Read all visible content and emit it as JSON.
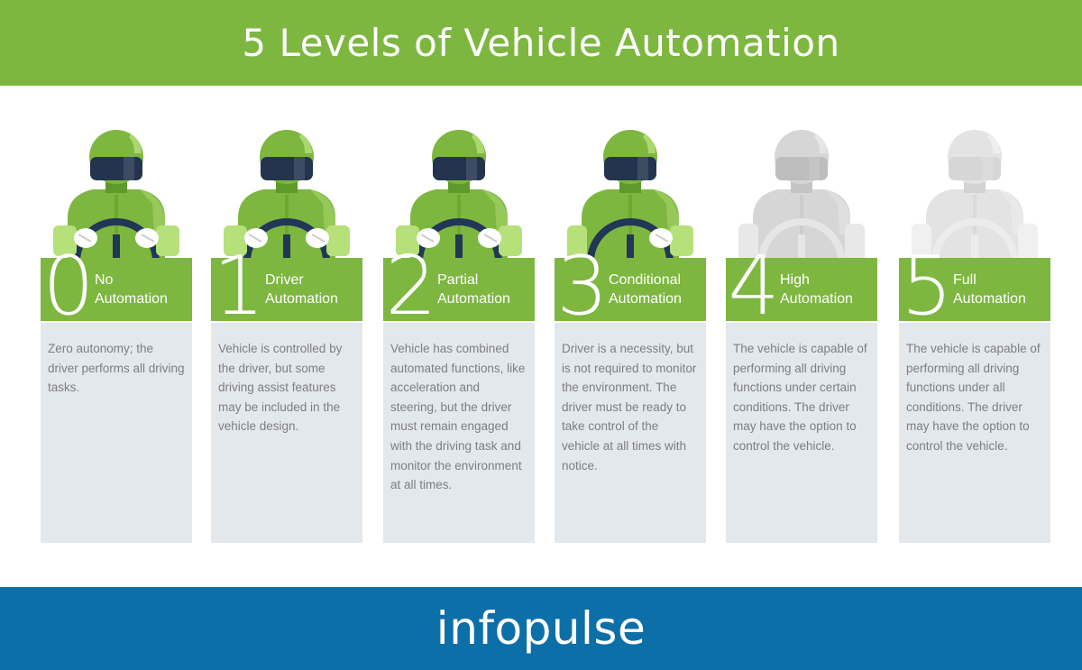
{
  "header": {
    "title": "5 Levels of Vehicle Automation"
  },
  "footer": {
    "brand": "infopulse"
  },
  "colors": {
    "green": "#7db73f",
    "blue": "#0d6fa7",
    "panel": "#e3e8ec",
    "visor": "#24344e",
    "inactive": "#d0d0d0"
  },
  "levels": [
    {
      "number": "0",
      "title": [
        "No",
        "Automation"
      ],
      "description": "Zero autonomy; the driver performs all driving tasks.",
      "hands_icon": "two-hands",
      "active": true
    },
    {
      "number": "1",
      "title": [
        "Driver",
        "Automation"
      ],
      "description": "Vehicle is controlled by the driver, but some driving assist features may be included in the vehicle design.",
      "hands_icon": "two-hands",
      "active": true
    },
    {
      "number": "2",
      "title": [
        "Partial",
        "Automation"
      ],
      "description": "Vehicle has combined automated functions, like acceleration and steering, but the driver must remain engaged with the driving task and monitor the environment at all times.",
      "hands_icon": "two-hands",
      "active": true
    },
    {
      "number": "3",
      "title": [
        "Conditional",
        "Automation"
      ],
      "description": "Driver is a necessity, but is not required to monitor the environment. The driver must be ready to take control of the vehicle at all times with notice.",
      "hands_icon": "one-hand",
      "active": true
    },
    {
      "number": "4",
      "title": [
        "High",
        "Automation"
      ],
      "description": "The vehicle is capable of performing all driving functions under certain conditions. The driver may have the option to control the vehicle.",
      "hands_icon": "no-hands",
      "active": false
    },
    {
      "number": "5",
      "title": [
        "Full",
        "Automation"
      ],
      "description": "The vehicle is capable of performing all driving functions under all conditions. The driver may have the option to control the vehicle.",
      "hands_icon": "no-hands",
      "active": false
    }
  ]
}
